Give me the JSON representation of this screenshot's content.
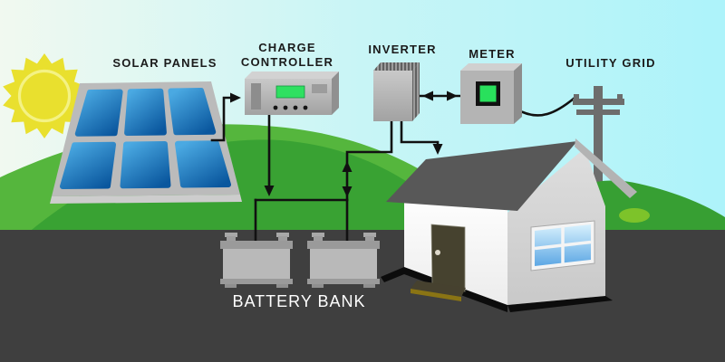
{
  "labels": {
    "solar_panels": "SOLAR PANELS",
    "charge_controller_line1": "CHARGE",
    "charge_controller_line2": "CONTROLLER",
    "inverter": "INVERTER",
    "meter": "METER",
    "utility_grid": "UTILITY GRID",
    "battery_bank": "BATTERY BANK"
  },
  "components": [
    "Sun",
    "Solar Panels",
    "Charge Controller",
    "Inverter",
    "Meter",
    "Utility Grid",
    "Battery Bank",
    "House"
  ],
  "connections": [
    {
      "from": "solar_panels",
      "to": "charge_controller",
      "arrows": "one_way"
    },
    {
      "from": "charge_controller",
      "to": "battery_bank",
      "arrows": "one_way"
    },
    {
      "from": "battery_bank",
      "to": "inverter",
      "arrows": "two_way"
    },
    {
      "from": "inverter",
      "to": "meter",
      "arrows": "two_way"
    },
    {
      "from": "inverter",
      "to": "house",
      "arrows": "one_way"
    },
    {
      "from": "meter",
      "to": "utility_grid",
      "arrows": "wire"
    }
  ],
  "colors": {
    "sky_left": "#f1f9f0",
    "sky_right": "#adf3fa",
    "sun_yellow": "#e9e02e",
    "sun_ring": "#f4f284",
    "grass_light": "#55b63d",
    "grass_dark": "#39a233",
    "grass_highlight": "#7dc32a",
    "road_gray": "#3f3f3f",
    "panel_frame": "#bbbbbb",
    "cell_blue_light": "#4aa9e2",
    "cell_blue_dark": "#0a579e",
    "device_gray": "#b5b5b5",
    "display_green": "#2fe061",
    "wire_black": "#111111",
    "roof_gray": "#585858",
    "wall_white": "#fbfbfb",
    "wall_side": "#d5d5d5",
    "door_brown": "#46422f",
    "mat_olive": "#8a7414",
    "window_blue": "#5ca7e4",
    "battery_gray": "#b9b9b9",
    "pole_gray": "#6d6d6d",
    "label_black": "#1b1b1b",
    "label_white": "#ffffff"
  }
}
